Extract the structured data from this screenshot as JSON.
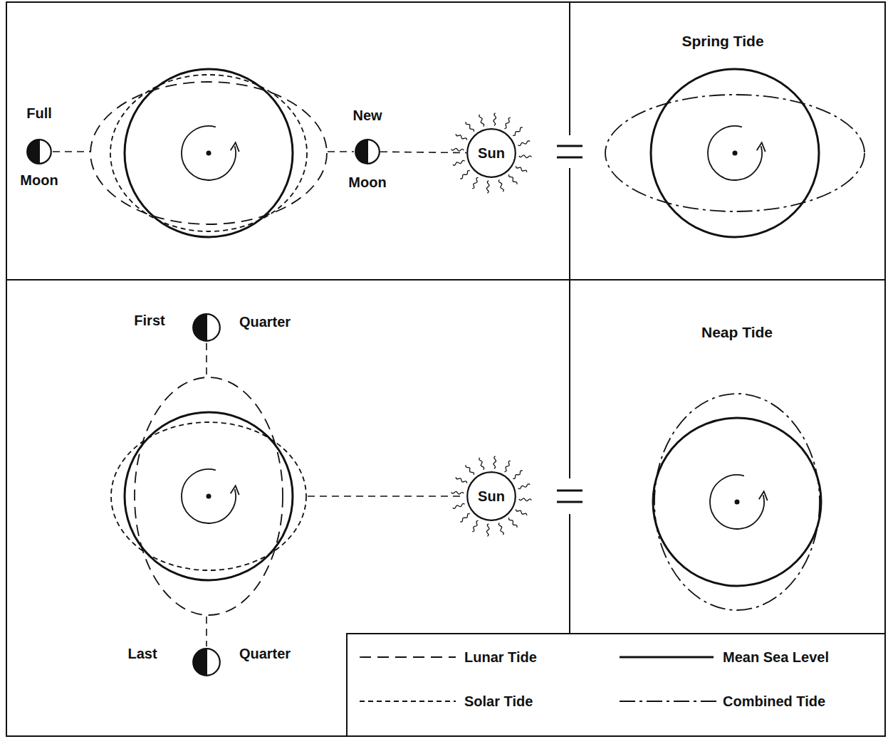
{
  "diagram": {
    "nodes": [
      {
        "text": [
          "Full",
          "Moon"
        ]
      },
      {
        "text": [
          "New",
          "Moon"
        ]
      },
      {
        "text": [
          "Sun"
        ]
      },
      {
        "text": [
          "First",
          "Quarter"
        ]
      },
      {
        "text": [
          "Sun"
        ]
      },
      {
        "text": [
          "Last",
          "Quarter"
        ]
      }
    ],
    "edges": [
      {
        "from": 1,
        "to": 2,
        "arrow": "none"
      }
    ],
    "labels": [
      "Spring Tide",
      "Neap Tide"
    ],
    "legend": [
      {
        "text": "Lunar Tide"
      },
      {
        "text": "Mean Sea Level"
      },
      {
        "text": "Solar Tide"
      },
      {
        "text": "Combined Tide"
      }
    ]
  }
}
